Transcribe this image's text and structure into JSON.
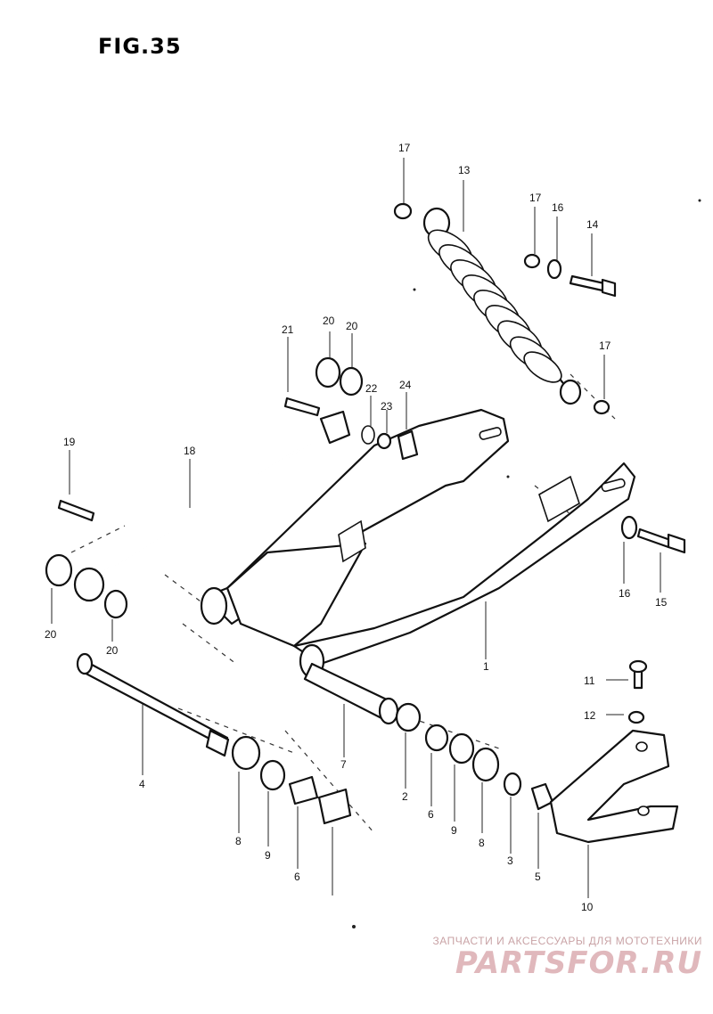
{
  "figure": {
    "title": "FIG.35"
  },
  "callouts": {
    "c17a": "17",
    "c13": "13",
    "c17b": "17",
    "c16a": "16",
    "c14": "14",
    "c17c": "17",
    "c21": "21",
    "c20a": "20",
    "c20b": "20",
    "c22": "22",
    "c24": "24",
    "c23": "23",
    "c19": "19",
    "c18": "18",
    "c16b": "16",
    "c15": "15",
    "c20c": "20",
    "c20d": "20",
    "c1": "1",
    "c11": "11",
    "c12": "12",
    "c4": "4",
    "c7": "7",
    "c2": "2",
    "c6a": "6",
    "c9a": "9",
    "c8a": "8",
    "c3": "3",
    "c5": "5",
    "c8b": "8",
    "c9b": "9",
    "c6b": "6",
    "c10": "10"
  },
  "watermark": {
    "tagline": "ЗАПЧАСТИ И АКСЕССУАРЫ ДЛЯ МОТОТЕХНИКИ",
    "brand": "PARTSFOR.RU"
  }
}
